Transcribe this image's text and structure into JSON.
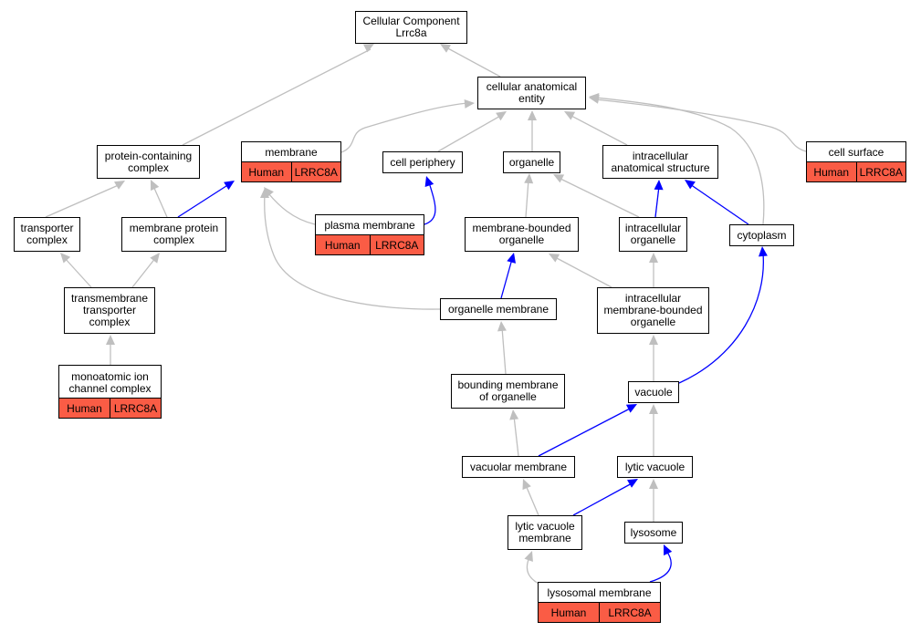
{
  "colors": {
    "is_a_edge": "#bfbfbf",
    "part_of_edge": "#0000ff",
    "annotation_fill": "#fa5c45",
    "node_border": "#000000"
  },
  "nodes": {
    "root": "Cellular Component\nLrrc8a",
    "cellular_anatomical_entity": "cellular anatomical\nentity",
    "protein_containing_complex": "protein-containing\ncomplex",
    "membrane": "membrane",
    "cell_periphery": "cell periphery",
    "organelle": "organelle",
    "intracellular_anatomical_structure": "intracellular\nanatomical structure",
    "cell_surface": "cell surface",
    "transporter_complex": "transporter\ncomplex",
    "membrane_protein_complex": "membrane protein\ncomplex",
    "plasma_membrane": "plasma membrane",
    "membrane_bounded_organelle": "membrane-bounded\norganelle",
    "intracellular_organelle": "intracellular\norganelle",
    "cytoplasm": "cytoplasm",
    "transmembrane_transporter_complex": "transmembrane\ntransporter\ncomplex",
    "organelle_membrane": "organelle membrane",
    "intracellular_membrane_bounded_organelle": "intracellular\nmembrane-bounded\norganelle",
    "monoatomic_ion_channel_complex": "monoatomic ion\nchannel complex",
    "bounding_membrane_of_organelle": "bounding membrane\nof organelle",
    "vacuole": "vacuole",
    "vacuolar_membrane": "vacuolar membrane",
    "lytic_vacuole": "lytic vacuole",
    "lytic_vacuole_membrane": "lytic vacuole\nmembrane",
    "lysosome": "lysosome",
    "lysosomal_membrane": "lysosomal membrane"
  },
  "annotations": {
    "species": "Human",
    "gene": "LRRC8A"
  }
}
